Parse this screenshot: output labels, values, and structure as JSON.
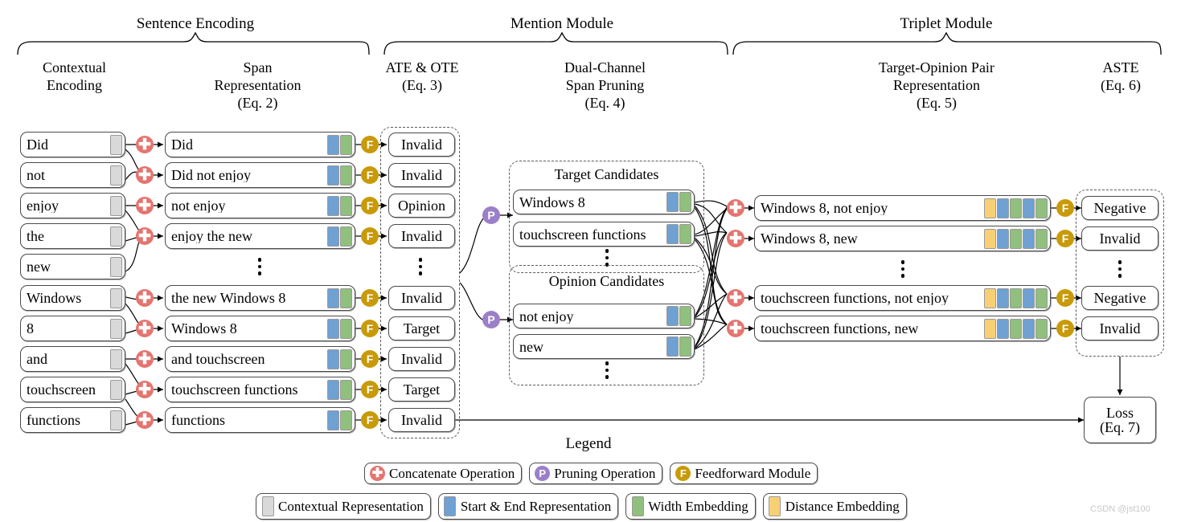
{
  "figure": {
    "watermark": "CSDN @jst100",
    "legend_title": "Legend"
  },
  "modules": [
    {
      "name": "Sentence Encoding"
    },
    {
      "name": "Mention Module"
    },
    {
      "name": "Triplet Module"
    }
  ],
  "columns": {
    "contextual_encoding": {
      "line1": "Contextual",
      "line2": "Encoding"
    },
    "span_representation": {
      "line1": "Span",
      "line2": "Representation",
      "line3": "(Eq. 2)"
    },
    "ate_ote": {
      "line1": "ATE & OTE",
      "line2": "(Eq. 3)"
    },
    "span_pruning": {
      "line1": "Dual-Channel",
      "line2": "Span Pruning",
      "line3": "(Eq. 4)"
    },
    "pair_representation": {
      "line1": "Target-Opinion Pair",
      "line2": "Representation",
      "line3": "(Eq. 5)"
    },
    "aste": {
      "line1": "ASTE",
      "line2": "(Eq. 6)"
    }
  },
  "tokens": [
    "Did",
    "not",
    "enjoy",
    "the",
    "new",
    "Windows",
    "8",
    "and",
    "touchscreen",
    "functions"
  ],
  "spans": [
    {
      "text": "Did",
      "ellipsis": false
    },
    {
      "text": "Did not enjoy",
      "ellipsis": false
    },
    {
      "text": "not enjoy",
      "ellipsis": false
    },
    {
      "text": "enjoy the new",
      "ellipsis": false
    },
    {
      "text": "",
      "ellipsis": true
    },
    {
      "text": "the new Windows 8",
      "ellipsis": false
    },
    {
      "text": "Windows 8",
      "ellipsis": false
    },
    {
      "text": "and touchscreen",
      "ellipsis": false
    },
    {
      "text": "touchscreen functions",
      "ellipsis": false
    },
    {
      "text": "functions",
      "ellipsis": false
    }
  ],
  "ate_ote_labels": [
    {
      "text": "Invalid",
      "ellipsis": false
    },
    {
      "text": "Invalid",
      "ellipsis": false
    },
    {
      "text": "Opinion",
      "ellipsis": false
    },
    {
      "text": "Invalid",
      "ellipsis": false
    },
    {
      "text": "",
      "ellipsis": true
    },
    {
      "text": "Invalid",
      "ellipsis": false
    },
    {
      "text": "Target",
      "ellipsis": false
    },
    {
      "text": "Invalid",
      "ellipsis": false
    },
    {
      "text": "Target",
      "ellipsis": false
    },
    {
      "text": "Invalid",
      "ellipsis": false
    }
  ],
  "target_candidates": {
    "title": "Target Candidates",
    "items": [
      "Windows 8",
      "touchscreen functions"
    ]
  },
  "opinion_candidates": {
    "title": "Opinion Candidates",
    "items": [
      "not enjoy",
      "new"
    ]
  },
  "pairs": [
    {
      "text": "Windows 8, not enjoy",
      "ellipsis": false
    },
    {
      "text": "Windows 8, new",
      "ellipsis": false
    },
    {
      "text": "",
      "ellipsis": true
    },
    {
      "text": "touchscreen functions, not enjoy",
      "ellipsis": false
    },
    {
      "text": "touchscreen functions, new",
      "ellipsis": false
    }
  ],
  "aste_labels": [
    {
      "text": "Negative",
      "ellipsis": false
    },
    {
      "text": "Invalid",
      "ellipsis": false
    },
    {
      "text": "",
      "ellipsis": true
    },
    {
      "text": "Negative",
      "ellipsis": false
    },
    {
      "text": "Invalid",
      "ellipsis": false
    }
  ],
  "loss": {
    "line1": "Loss",
    "line2": "(Eq. 7)"
  },
  "legend": {
    "row1": [
      {
        "icon": "plus",
        "glyph": "✚",
        "label": "Concatenate Operation"
      },
      {
        "icon": "prune",
        "glyph": "P",
        "label": "Pruning Operation"
      },
      {
        "icon": "ff",
        "glyph": "F",
        "label": "Feedforward Module"
      }
    ],
    "row2": [
      {
        "swatch": "grey",
        "label": "Contextual Representation"
      },
      {
        "swatch": "blue",
        "label": "Start & End Representation"
      },
      {
        "swatch": "green",
        "label": "Width Embedding"
      },
      {
        "swatch": "yellow",
        "label": "Distance Embedding"
      }
    ]
  },
  "colors": {
    "concatenate": "#e4746f",
    "pruning": "#9b7fc9",
    "feedforward": "#c99a08",
    "contextual": "#d9d9d9",
    "start_end": "#6fa1d2",
    "width": "#90bf7e",
    "distance": "#f7d074"
  }
}
